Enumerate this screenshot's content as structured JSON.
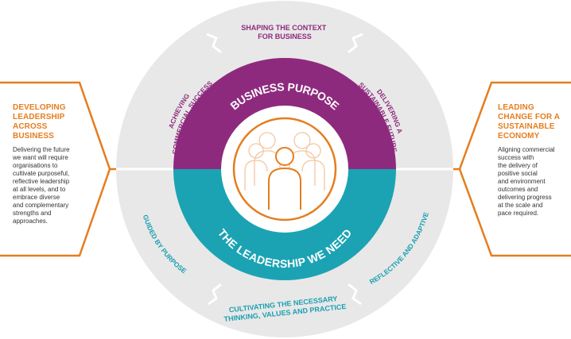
{
  "left_panel": {
    "heading": [
      "DEVELOPING",
      "LEADERSHIP",
      "ACROSS",
      "BUSINESS"
    ],
    "body": [
      "Delivering the future",
      "we want will require",
      "organisations to",
      "cultivate purposeful,",
      "reflective leadership",
      "at all levels, and to",
      "embrace diverse",
      "and complementary",
      "strengths and",
      "approaches."
    ]
  },
  "right_panel": {
    "heading": [
      "LEADING",
      "CHANGE FOR A",
      "SUSTAINABLE",
      "ECONOMY"
    ],
    "body": [
      "Aligning commercial",
      "success with",
      "the delivery of",
      "positive social",
      "and environment",
      "outcomes and",
      "delivering progress",
      "at the scale and",
      "pace required."
    ]
  },
  "ring": {
    "top": [
      "SHAPING THE CONTEXT",
      "FOR BUSINESS"
    ],
    "upper_left": [
      "ACHIEVING",
      "COMMERCIAL SUCCESS"
    ],
    "upper_right": [
      "DELIVERING A",
      "SUSTAINABLE FUTURE"
    ],
    "lower_left": "GUIDED BY PURPOSE",
    "lower_right": "REFLECTIVE AND ADAPTIVE",
    "bottom": [
      "CULTIVATING THE NECESSARY",
      "THINKING, VALUES AND PRACTICE"
    ]
  },
  "center": {
    "upper": "BUSINESS PURPOSE",
    "lower": "THE LEADERSHIP WE NEED"
  },
  "colors": {
    "orange": "#e57d1f",
    "purple": "#8e2a7e",
    "teal": "#1ba3b3",
    "ring": "#e8e8e8",
    "ring_text_purple": "#8e2a7e",
    "ring_text_teal": "#1a9fb0"
  },
  "icons": {
    "center": "people-group-icon"
  }
}
